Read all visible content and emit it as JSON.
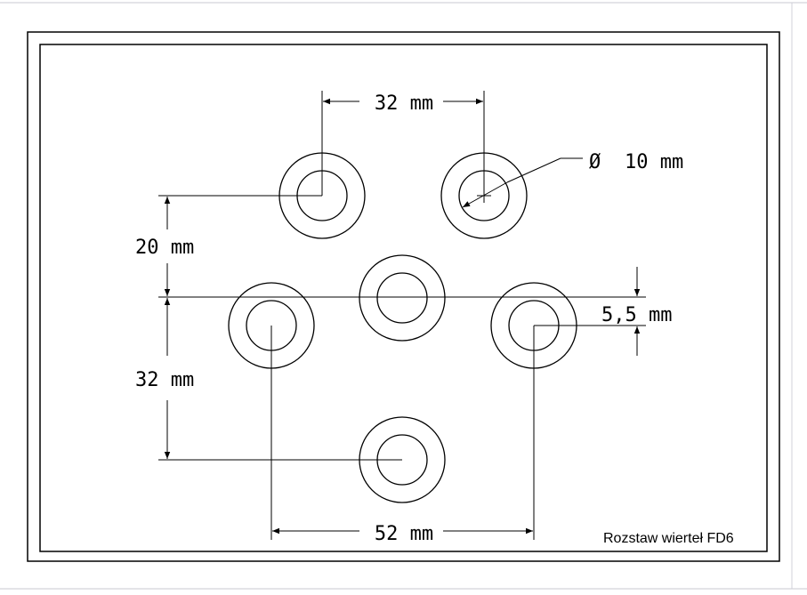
{
  "drawing": {
    "title": "Rozstaw wierteł FD6",
    "dimensions": {
      "top_spacing": "32 mm",
      "diameter": "10 mm",
      "diameter_symbol": "Ø",
      "vertical_upper": "20 mm",
      "vertical_lower": "32 mm",
      "offset": "5,5 mm",
      "bottom_spacing": "52 mm"
    }
  },
  "colors": {
    "line": "#000000",
    "paper": "#ffffff",
    "frame_edge": "#c8c8d0"
  }
}
